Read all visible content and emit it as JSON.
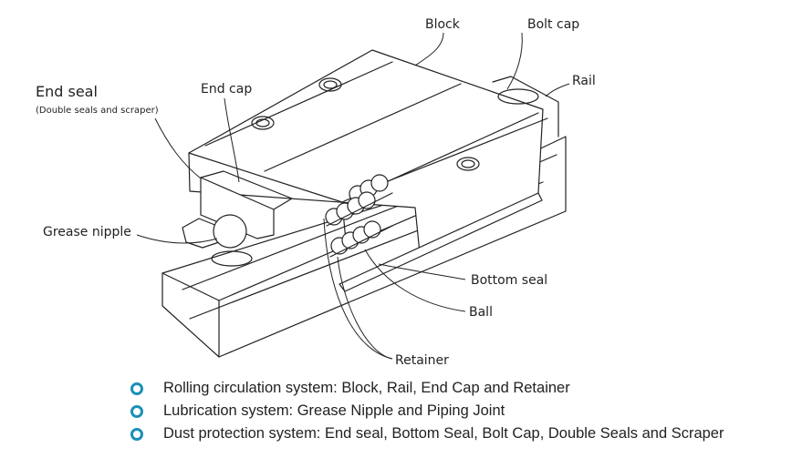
{
  "labels": {
    "block": "Block",
    "bolt_cap": "Bolt cap",
    "rail": "Rail",
    "end_seal": "End seal",
    "end_seal_note": "(Double seals and scraper)",
    "end_cap": "End cap",
    "grease_nipple": "Grease nipple",
    "bottom_seal": "Bottom seal",
    "ball": "Ball",
    "retainer": "Retainer"
  },
  "legend": [
    "Rolling circulation system: Block, Rail, End Cap and Retainer",
    "Lubrication system: Grease Nipple and Piping Joint",
    "Dust protection system: End seal, Bottom Seal, Bolt Cap, Double Seals and Scraper"
  ],
  "colors": {
    "bullet": "#1a8fb8",
    "ink": "#222222"
  },
  "icons": {
    "bullet": "ring-bullet-icon"
  }
}
